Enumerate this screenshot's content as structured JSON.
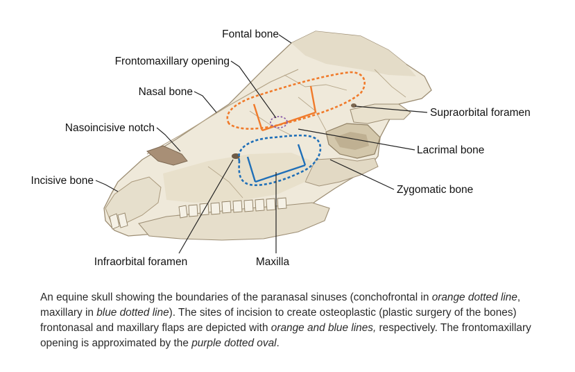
{
  "labels": {
    "fontal_bone": "Fontal bone",
    "frontomaxillary_opening": "Frontomaxillary opening",
    "nasal_bone": "Nasal bone",
    "nasoincisive_notch": "Nasoincisive notch",
    "incisive_bone": "Incisive bone",
    "infraorbital_foramen": "Infraorbital foramen",
    "maxilla": "Maxilla",
    "supraorbital_foramen": "Supraorbital foramen",
    "lacrimal_bone": "Lacrimal bone",
    "zygomatic_bone": "Zygomatic bone"
  },
  "caption": {
    "p1": "An equine skull showing the boundaries of the paranasal sinuses (conchofrontal in ",
    "e1": "orange dotted line",
    "p2": ", maxillary in ",
    "e2": "blue dotted line",
    "p3": "). The sites of incision to create osteoplastic (plastic surgery of the bones) frontonasal and maxillary flaps are depicted with ",
    "e3": "orange and blue lines,",
    "p4": " respectively. The frontomaxillary opening is approximated by the ",
    "e4": "purple dotted oval",
    "p5": "."
  },
  "colors": {
    "bone": "#efe9da",
    "bone_shade": "#d9cfb8",
    "bone_dark": "#b9a98e",
    "orange": "#f07a2a",
    "blue": "#1f6fb8",
    "purple": "#8a5aa8"
  }
}
